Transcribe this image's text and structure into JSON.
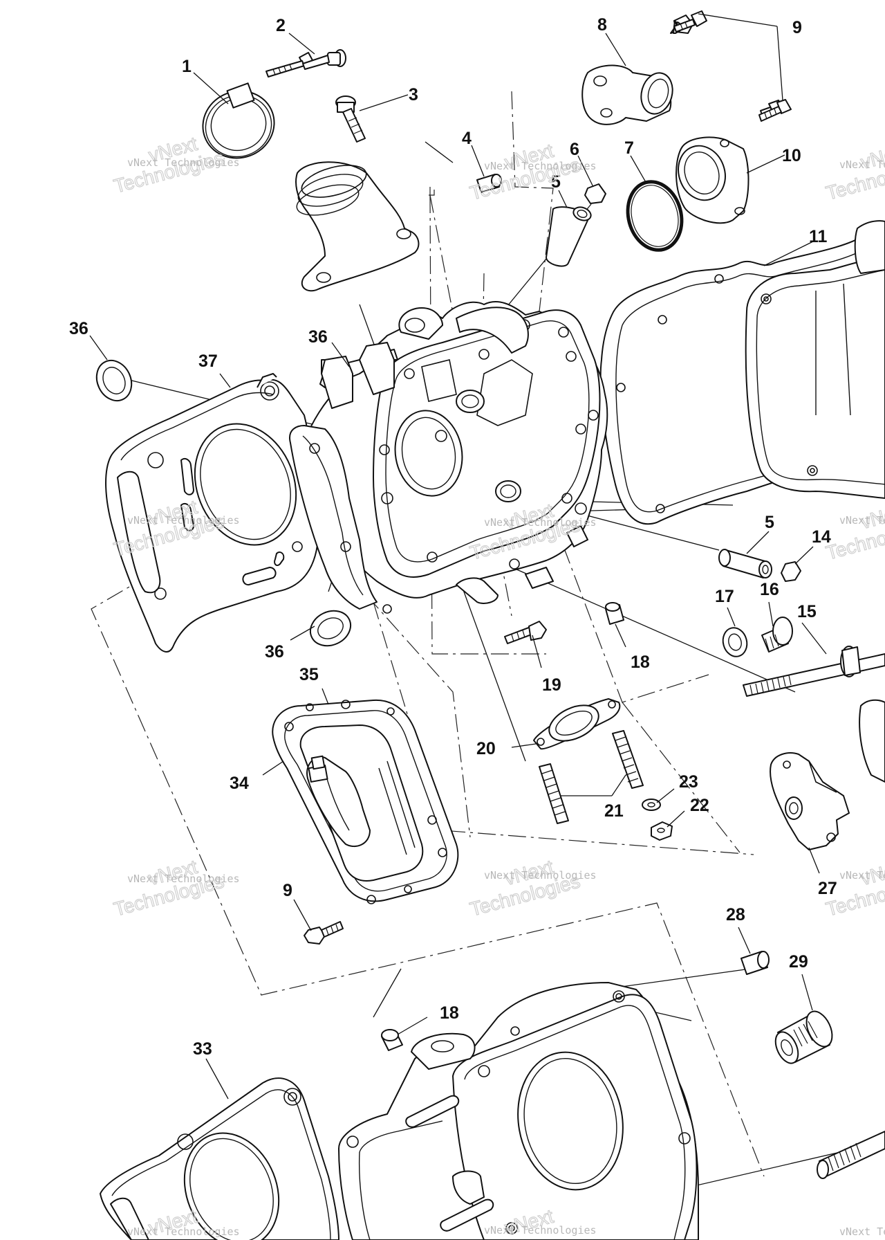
{
  "watermark": {
    "line_small": "vNext Technologies",
    "line_big_top": "vNext",
    "line_big_bottom": "Technologies"
  },
  "callouts": [
    "1",
    "2",
    "3",
    "4",
    "5",
    "6",
    "7",
    "8",
    "9",
    "10",
    "11",
    "36",
    "37",
    "36",
    "5",
    "14",
    "17",
    "16",
    "15",
    "18",
    "19",
    "36",
    "35",
    "34",
    "20",
    "21",
    "23",
    "22",
    "27",
    "9",
    "28",
    "29",
    "18",
    "33"
  ]
}
